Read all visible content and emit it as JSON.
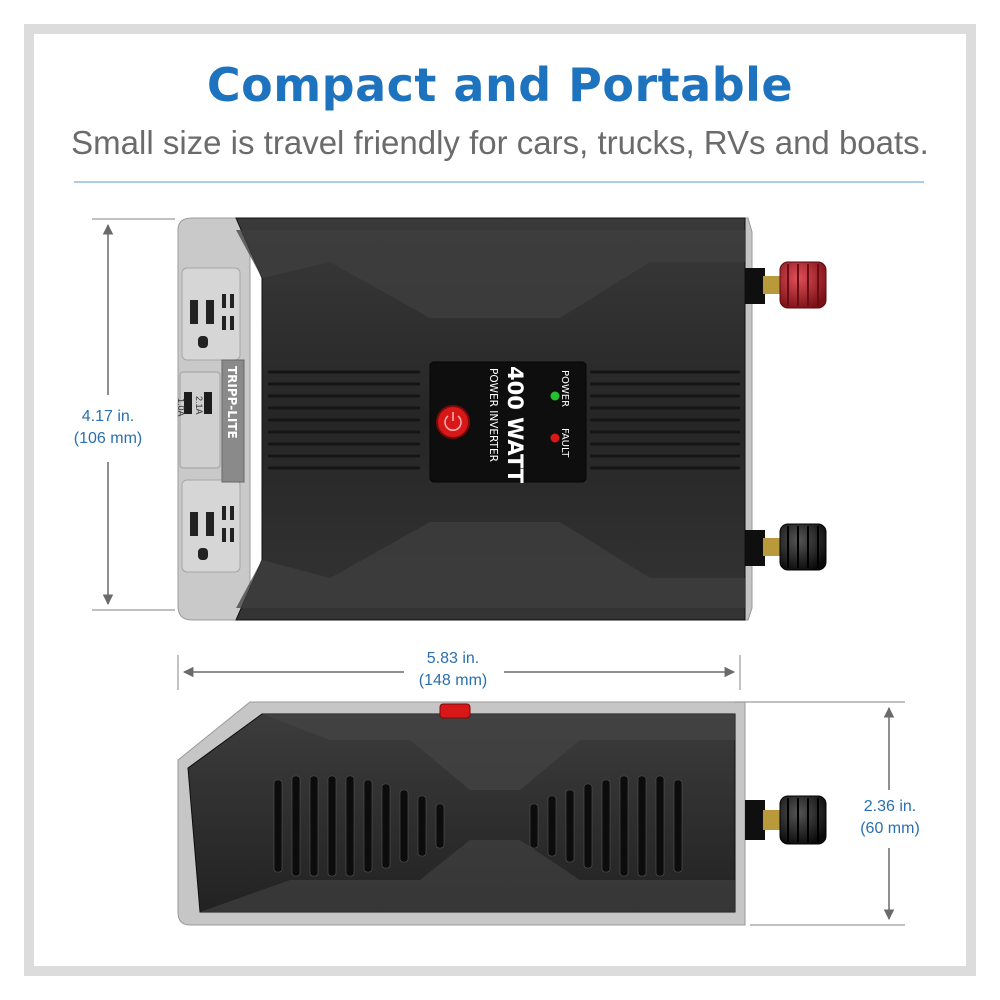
{
  "header": {
    "title": "Compact and Portable",
    "subtitle": "Small size is travel friendly for cars, trucks, RVs and boats."
  },
  "dimensions": {
    "height": {
      "imperial": "4.17 in.",
      "metric": "(106 mm)"
    },
    "width": {
      "imperial": "5.83 in.",
      "metric": "(148 mm)"
    },
    "depth": {
      "imperial": "2.36 in.",
      "metric": "(60 mm)"
    }
  },
  "device": {
    "brand": "TRIPP-LITE",
    "model_line1": "400 WATT",
    "model_line2": "POWER INVERTER",
    "indicator_power": "POWER",
    "indicator_fault": "FAULT",
    "usb_port_1": "2.1A",
    "usb_port_2": "1.0A"
  },
  "colors": {
    "accent": "#1e73be",
    "dimension": "#2a6fae",
    "body": "#2b2b2b",
    "power_led": "#22c22c",
    "fault_led": "#d91818",
    "positive_terminal": "#b5232a",
    "negative_terminal": "#1a1a1a"
  }
}
